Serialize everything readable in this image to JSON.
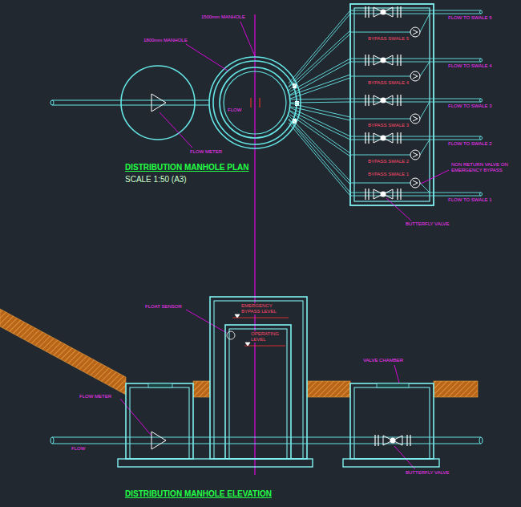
{
  "diagram": {
    "labels": [
      "1500mm MANHOLE",
      "1800mm MANHOLE",
      "FLOW",
      "FLOW METER",
      "DISTRIBUTION MANHOLE PLAN",
      "SCALE 1:50 (A3)",
      "FLOW TO SWALE 5",
      "FLOW TO SWALE 4",
      "FLOW TO SWALE 3",
      "FLOW TO SWALE 2",
      "FLOW TO SWALE 1",
      "BYPASS SWALE 5",
      "BYPASS SWALE 4",
      "BYPASS SWALE 3",
      "BYPASS SWALE 2",
      "BYPASS SWALE 1",
      "NON RETURN VALVE ON EMERGENCY BYPASS",
      "BUTTERFLY VALVE",
      "FLOAT SENSOR",
      "EMERGENCY BYPASS LEVEL",
      "OPERATING LEVEL",
      "FLOW METER",
      "FLOW",
      "VALVE CHAMBER",
      "BUTTERFLY VALVE",
      "DISTRIBUTION MANHOLE ELEVATION"
    ]
  }
}
